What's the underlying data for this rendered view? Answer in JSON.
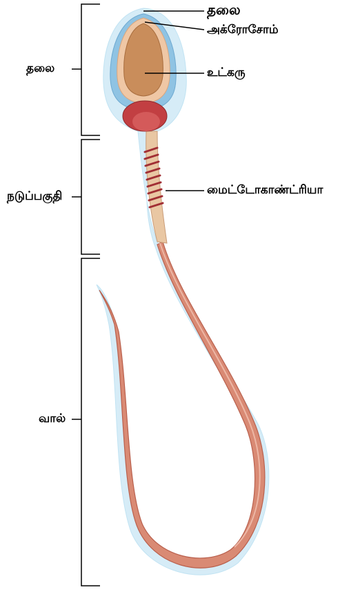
{
  "labels": {
    "left": {
      "head": "தலை",
      "midpiece": "நடுப்பகுதி",
      "tail": "வால்"
    },
    "right": {
      "head": "தலை",
      "acrosome": "அக்ரோசோம்",
      "nucleus": "உட்கரு",
      "mitochondria": "மைட்டோகாண்ட்ரியா"
    }
  },
  "colors": {
    "membrane": "#bfe3f3",
    "head_fill": "#e8b48a",
    "nucleus_fill": "#c98a57",
    "neck_red": "#b83a3a",
    "tail_fill": "#d7846e",
    "mito_coil": "#a12f34",
    "bracket": "#000000"
  }
}
